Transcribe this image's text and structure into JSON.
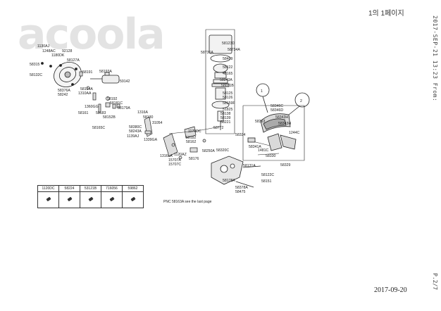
{
  "header": {
    "page_indicator": "1의 1페이지"
  },
  "fax_line": "2017-SEP-21 13:23 From:",
  "side_page": "P.2/7",
  "watermark": "acoola",
  "footer": {
    "date": "2017-09-20"
  },
  "note": "PNC 58163A  see the last page",
  "table": {
    "headers": [
      "1120DC",
      "58224",
      "53121B",
      "716056",
      "59862"
    ]
  },
  "callouts": [
    "1",
    "2"
  ],
  "labels": {
    "L1": "1130AJ",
    "L2": "1248AC",
    "L3": "92128",
    "L4": "1180DK",
    "L5": "58127A",
    "L6": "58315",
    "L7": "58191",
    "L8": "58193A",
    "L9": "59142",
    "L10": "58132C",
    "L11": "58376A",
    "L12": "58242",
    "L13": "58194A",
    "L14": "1310AA",
    "L15": "58192",
    "L16": "1360GG",
    "L17": "58181C",
    "L18": "58161",
    "L19": "58179A",
    "L20": "58183",
    "L21": "58152B",
    "L22": "58165C",
    "L23": "58123D",
    "L24": "58736A",
    "L25": "58734A",
    "L26": "58409",
    "L27": "58122",
    "L28": "48165",
    "L29": "58243A",
    "L30": "58031B",
    "L31": "58125",
    "L32": "58126",
    "L33": "58159F",
    "L34": "51825",
    "L35": "58138",
    "L36": "58139",
    "L37": "58221",
    "L38": "58772",
    "L39": "1316A",
    "L40": "58130",
    "L41": "31054",
    "L42": "58380C",
    "L43": "58243A",
    "L44": "1139AJ",
    "L45": "1339GA",
    "L46": "1170DC",
    "L47": "58182",
    "L48": "58162",
    "L49": "58250A",
    "L50": "1316LA",
    "L51": "1120AZ",
    "L52": "58176",
    "L53": "15707A",
    "L54": "15707C",
    "L55": "58320C",
    "L56": "58324",
    "L57": "58346C",
    "L58": "58346D",
    "L59": "58343H",
    "L60": "58363",
    "L61": "58343H",
    "L62": "58341A",
    "L63": "1481C",
    "L64": "58330",
    "L65": "58131A",
    "L66": "58122C",
    "L67": "58151",
    "L68": "58178A",
    "L69": "58378A",
    "L70": "58475",
    "L71": "58329",
    "L72": "1244C"
  }
}
